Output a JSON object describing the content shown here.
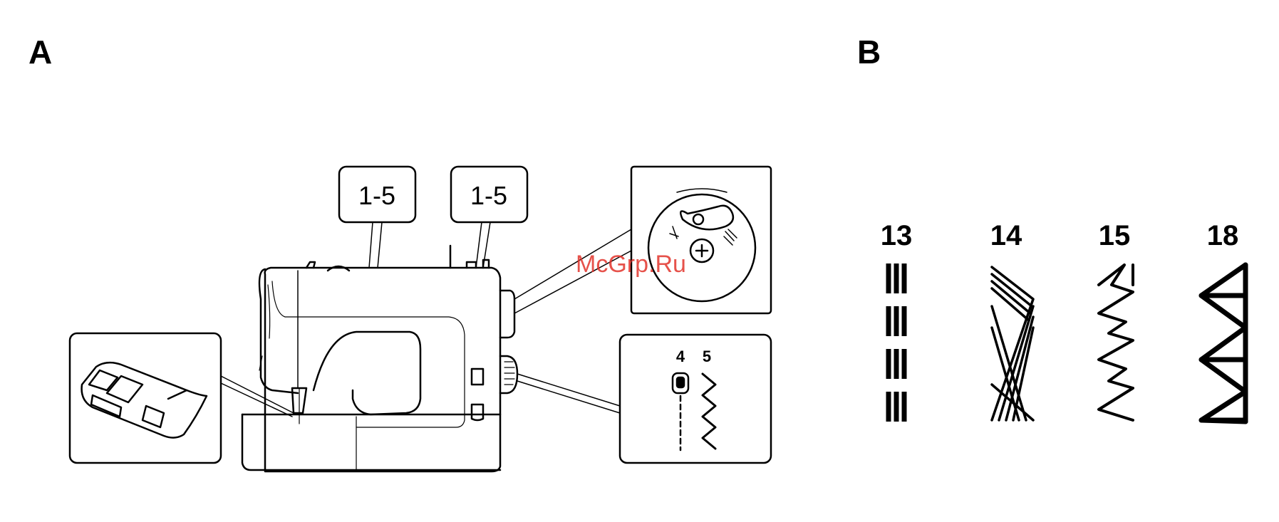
{
  "panels": {
    "a_label": "A",
    "b_label": "B"
  },
  "callouts": {
    "left_label": "1-5",
    "right_label": "1-5"
  },
  "stitch_selector": {
    "num_left": "4",
    "num_right": "5"
  },
  "stitches": [
    {
      "number": "13"
    },
    {
      "number": "14"
    },
    {
      "number": "15"
    },
    {
      "number": "18"
    }
  ],
  "watermark": "McGrp.Ru",
  "colors": {
    "line": "#000000",
    "watermark": "#e2342c"
  }
}
